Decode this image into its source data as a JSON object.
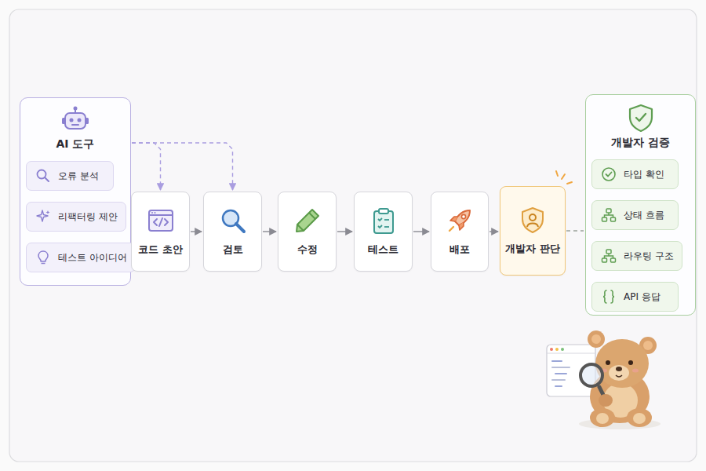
{
  "diagram": {
    "nodes": [
      {
        "text": [
          "AI 도구"
        ]
      },
      {
        "text": [
          "오류 분석"
        ],
        "in": 0
      },
      {
        "text": [
          "리팩터링 제안"
        ],
        "in": 0
      },
      {
        "text": [
          "테스트 아이디어"
        ],
        "in": 0
      },
      {
        "text": [
          "코드 초안"
        ]
      },
      {
        "text": [
          "검토"
        ]
      },
      {
        "text": [
          "수정"
        ]
      },
      {
        "text": [
          "테스트"
        ]
      },
      {
        "text": [
          "배포"
        ]
      },
      {
        "text": [
          "개발자 판단"
        ]
      },
      {
        "text": [
          "개발자 검증"
        ]
      },
      {
        "text": [
          "타입 확인"
        ],
        "in": 10
      },
      {
        "text": [
          "상태 흐름"
        ],
        "in": 10
      },
      {
        "text": [
          "라우팅 구조"
        ],
        "in": 10
      },
      {
        "text": [
          "API 응답"
        ],
        "in": 10
      }
    ],
    "edges": [
      {
        "from": 0,
        "to": 4,
        "arrow": "to"
      },
      {
        "from": 0,
        "to": 5,
        "arrow": "to"
      },
      {
        "from": 4,
        "to": 5,
        "arrow": "to"
      },
      {
        "from": 5,
        "to": 6,
        "arrow": "to"
      },
      {
        "from": 6,
        "to": 7,
        "arrow": "to"
      },
      {
        "from": 7,
        "to": 8,
        "arrow": "to"
      },
      {
        "from": 8,
        "to": 9,
        "arrow": "to"
      },
      {
        "from": 9,
        "to": 10,
        "arrow": "none"
      }
    ]
  }
}
